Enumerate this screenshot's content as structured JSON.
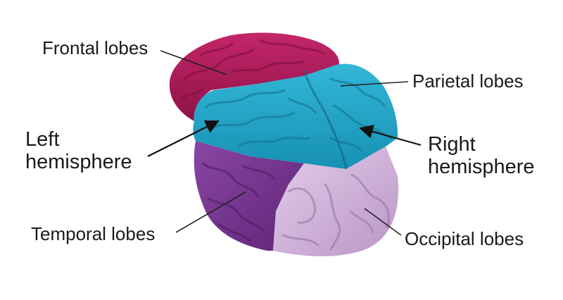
{
  "labels": {
    "frontal": "Frontal lobes",
    "parietal": "Parietal lobes",
    "left_line1": "Left",
    "left_line2": "hemisphere",
    "right_line1": "Right",
    "right_line2": "hemisphere",
    "temporal": "Temporal lobes",
    "occipital": "Occipital lobes"
  },
  "colors": {
    "frontal": "#b81e5e",
    "parietal": "#27a9cc",
    "temporal": "#7d3a97",
    "occipital": "#d6b9df",
    "leader_line": "#222222"
  }
}
